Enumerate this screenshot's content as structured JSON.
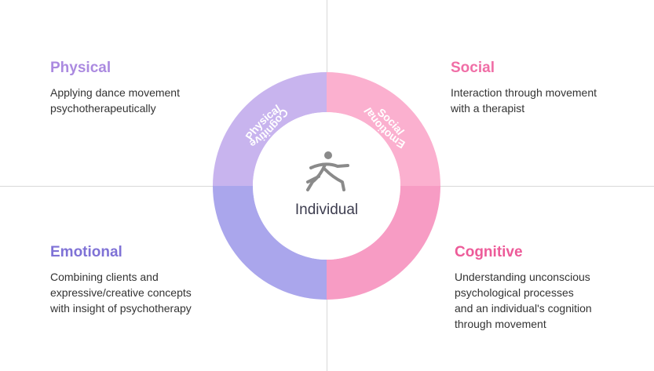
{
  "center": {
    "label": "Individual",
    "icon": "dancer-icon"
  },
  "quadrants": {
    "physical": {
      "title": "Physical",
      "description": "Applying dance movement\npsychotherapeutically",
      "color": "#ab8ae0",
      "ring_color": "#c8b4ee"
    },
    "social": {
      "title": "Social",
      "description": "Interaction through movement\nwith a therapist",
      "color": "#f06ea6",
      "ring_color": "#fbb0cf"
    },
    "emotional": {
      "title": "Emotional",
      "description": "Combining clients and\nexpressive/creative concepts\nwith insight of psychotherapy",
      "color": "#7f72d6",
      "ring_color": "#aaa6ec"
    },
    "cognitive": {
      "title": "Cognitive",
      "description": "Understanding unconscious\npsychological processes\nand an individual's cognition\nthrough movement",
      "color": "#ed5b99",
      "ring_color": "#f79cc4"
    }
  },
  "ring_labels": {
    "physical": "Physical",
    "social": "Social",
    "emotional": "Emotional",
    "cognitive": "Cognitive"
  }
}
